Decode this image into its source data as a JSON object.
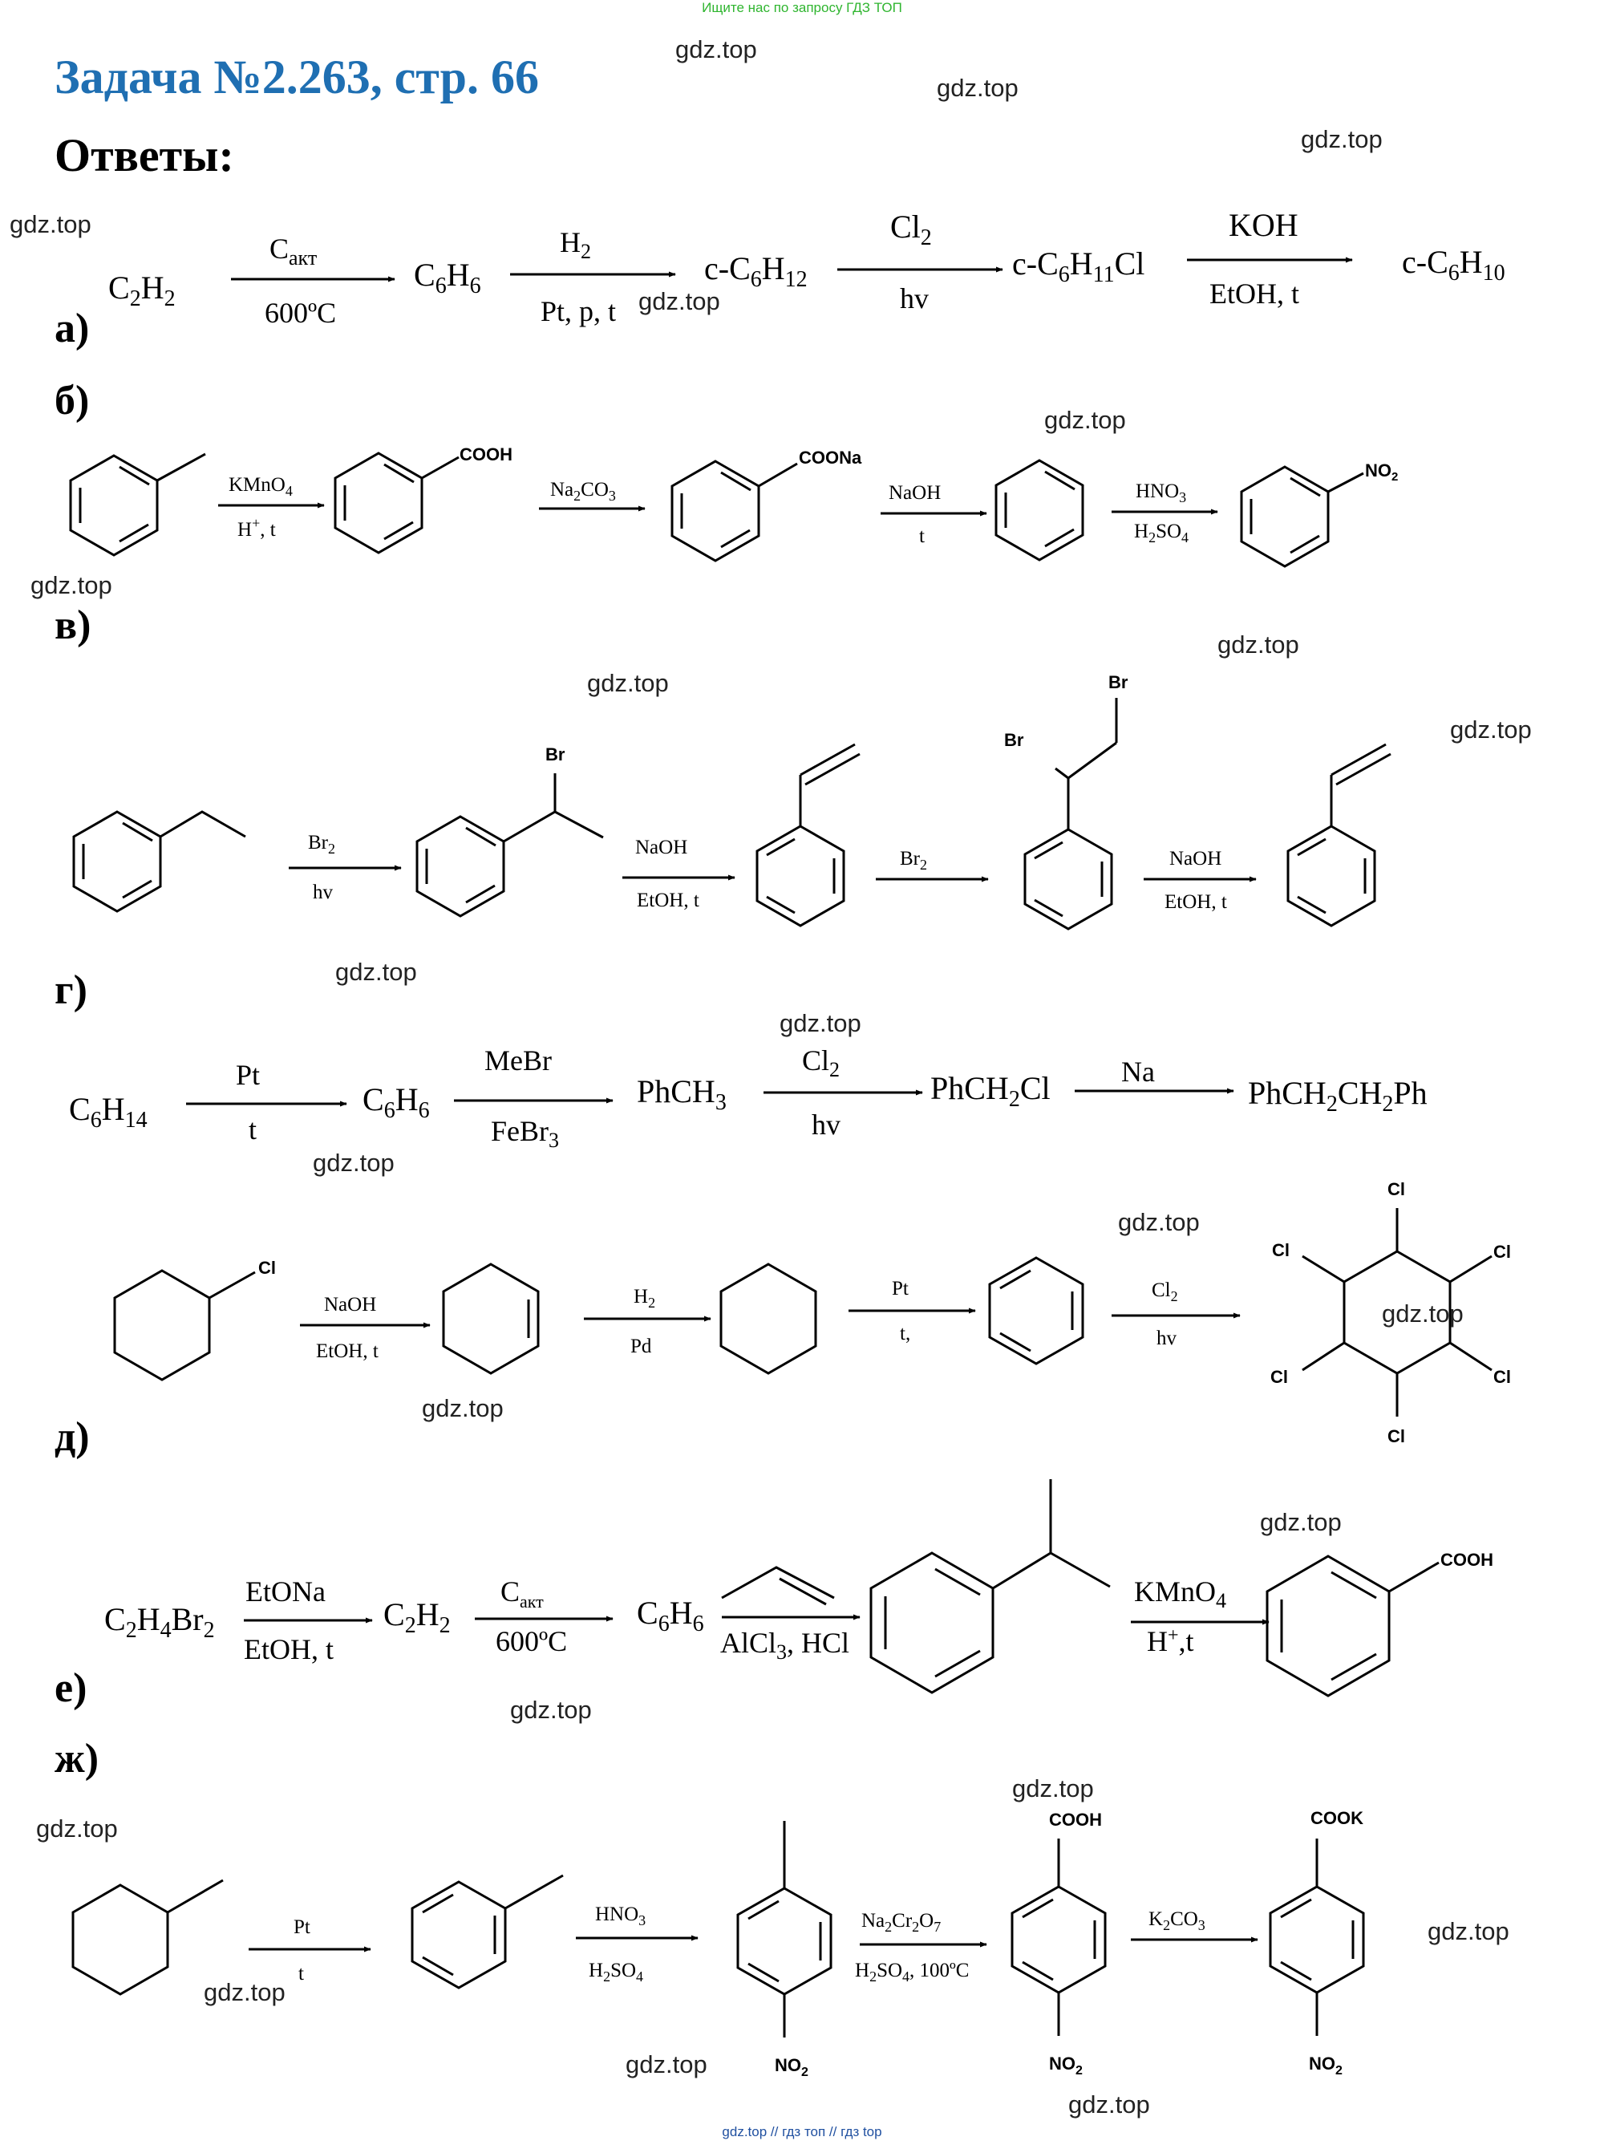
{
  "header": {
    "note": "Ищите нас по запросу ГДЗ ТОП",
    "title": "Задача №2.263, стр. 66",
    "answers": "Ответы:"
  },
  "labels": {
    "a": "а)",
    "b": "б)",
    "v": "в)",
    "g": "г)",
    "d": "д)",
    "e": "е)",
    "zh": "ж)"
  },
  "watermark": "gdz.top",
  "footer": "gdz.top // гдз топ // гдз top",
  "scheme_a": {
    "temp": "600ºC",
    "pt": "Pt, p, t",
    "hv": "hv",
    "etoh": "EtOH, t"
  },
  "scheme_b": {
    "ht": ", t"
  },
  "scheme_v": {
    "hv": "hv",
    "naoh": "NaOH",
    "etoh": "EtOH, t",
    "br": "Br"
  },
  "scheme_g": {
    "pt": "Pt",
    "t": "t",
    "mebr": "MeBr",
    "hv": "hv",
    "na": "Na"
  },
  "scheme_gg": {
    "naoh": "NaOH",
    "etoh": "EtOH, t",
    "pd": "Pd",
    "pt": "Pt",
    "t": "t,",
    "hv": "hv",
    "cl": "Cl"
  },
  "scheme_e": {
    "etona": "EtONa",
    "etoh": "EtOH, t",
    "temp": "600ºC",
    "ht": ",t"
  },
  "scheme_zh": {
    "pt": "Pt",
    "t": "t",
    "temp": ", 100ºC"
  }
}
